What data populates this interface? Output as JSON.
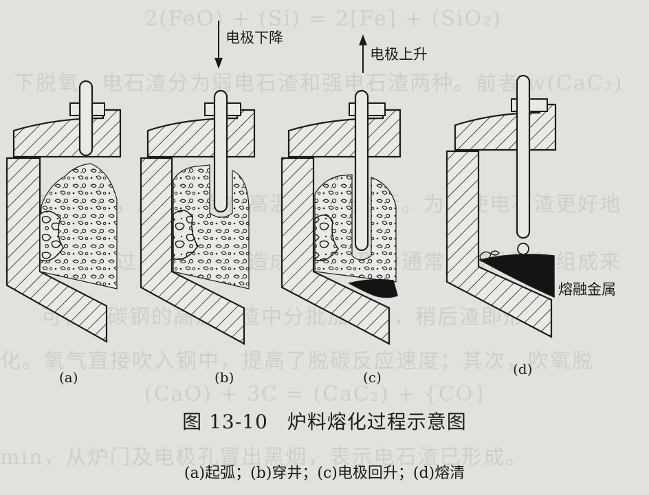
{
  "figure": {
    "number": "图 13-10",
    "title": "炉料熔化过程示意图",
    "subcaption": "(a)起弧；(b)穿井；(c)电极回升；(d)熔清"
  },
  "annotations": {
    "electrode_down": "电极下降",
    "electrode_up": "电极上升",
    "molten_metal": "熔融金属"
  },
  "panels": [
    {
      "letter": "(a)"
    },
    {
      "letter": "(b)"
    },
    {
      "letter": "(c)"
    },
    {
      "letter": "(d)"
    }
  ]
}
